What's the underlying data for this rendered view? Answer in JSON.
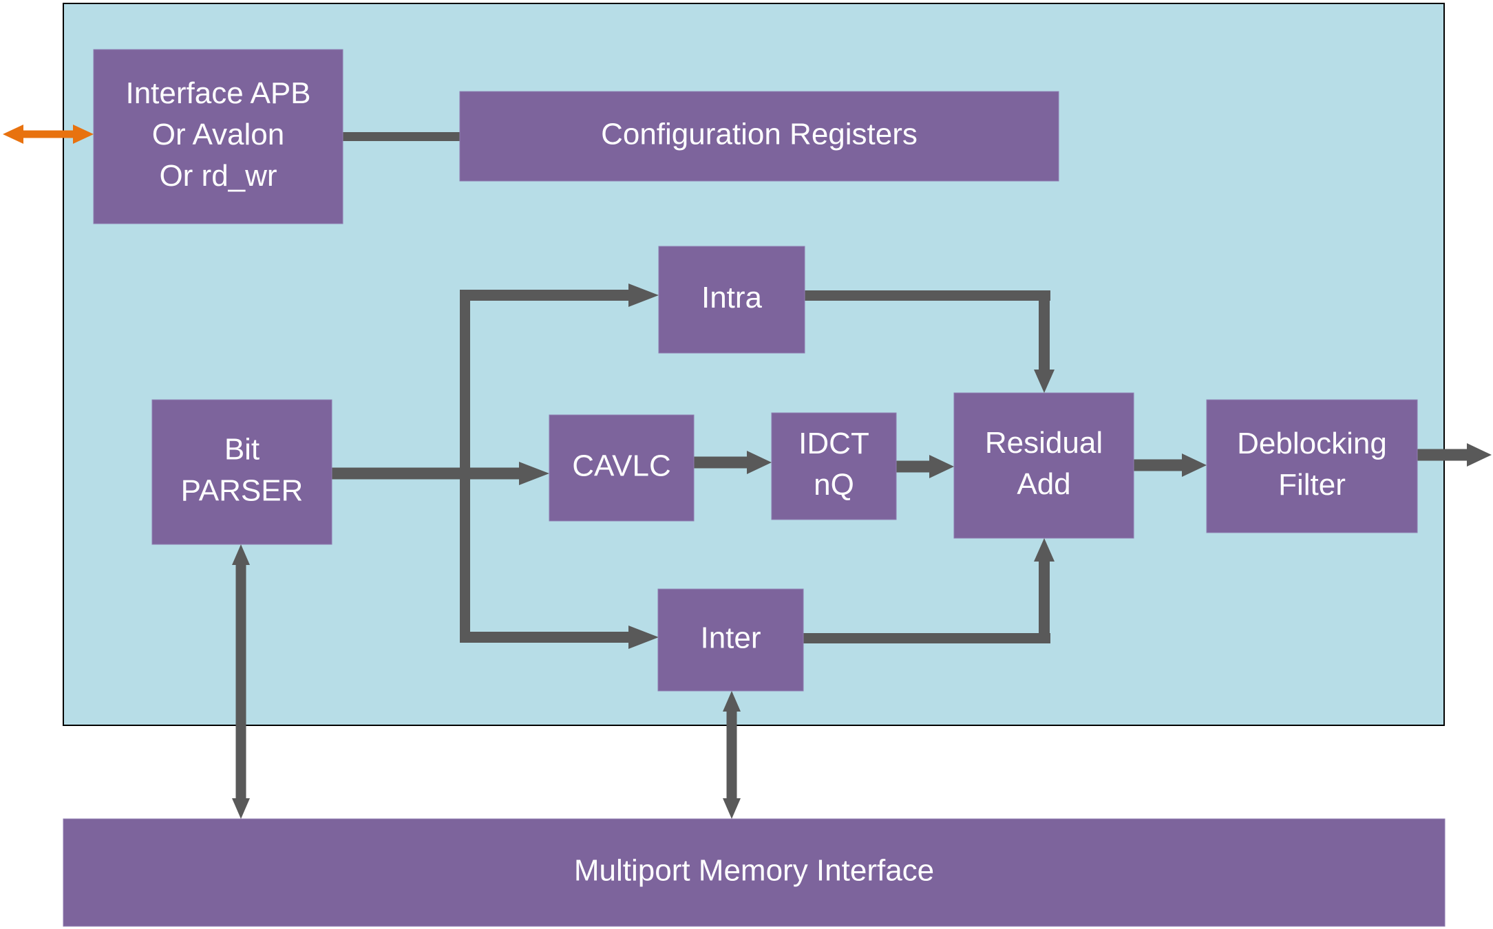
{
  "diagram": {
    "title": "",
    "colors": {
      "frame_fill": "#B7DDE7",
      "block_fill": "#7D649C",
      "wire": "#595959",
      "external_io": "#E8720F",
      "label_text": "#FFFFFF"
    },
    "blocks": {
      "interface": {
        "lines": [
          "Interface APB",
          "Or Avalon",
          "Or rd_wr"
        ]
      },
      "config": {
        "lines": [
          "Configuration Registers"
        ]
      },
      "intra": {
        "lines": [
          "Intra"
        ]
      },
      "parser": {
        "lines": [
          "Bit",
          "PARSER"
        ]
      },
      "cavlc": {
        "lines": [
          "CAVLC"
        ]
      },
      "idct": {
        "lines": [
          "IDCT",
          "nQ"
        ]
      },
      "residual": {
        "lines": [
          "Residual",
          "Add"
        ]
      },
      "deblock": {
        "lines": [
          "Deblocking",
          "Filter"
        ]
      },
      "inter": {
        "lines": [
          "Inter"
        ]
      },
      "memory": {
        "lines": [
          "Multiport Memory Interface"
        ]
      }
    },
    "connections": [
      {
        "from": "external",
        "to": "interface",
        "type": "bidirectional"
      },
      {
        "from": "interface",
        "to": "config",
        "type": "line"
      },
      {
        "from": "parser",
        "to": "cavlc",
        "type": "arrow"
      },
      {
        "from": "parser",
        "to": "intra",
        "type": "arrow"
      },
      {
        "from": "parser",
        "to": "inter",
        "type": "arrow"
      },
      {
        "from": "cavlc",
        "to": "idct",
        "type": "arrow"
      },
      {
        "from": "idct",
        "to": "residual",
        "type": "arrow"
      },
      {
        "from": "intra",
        "to": "residual",
        "type": "arrow"
      },
      {
        "from": "inter",
        "to": "residual",
        "type": "arrow"
      },
      {
        "from": "residual",
        "to": "deblock",
        "type": "arrow"
      },
      {
        "from": "deblock",
        "to": "output",
        "type": "arrow"
      },
      {
        "from": "parser",
        "to": "memory",
        "type": "bidirectional"
      },
      {
        "from": "inter",
        "to": "memory",
        "type": "bidirectional"
      }
    ]
  }
}
